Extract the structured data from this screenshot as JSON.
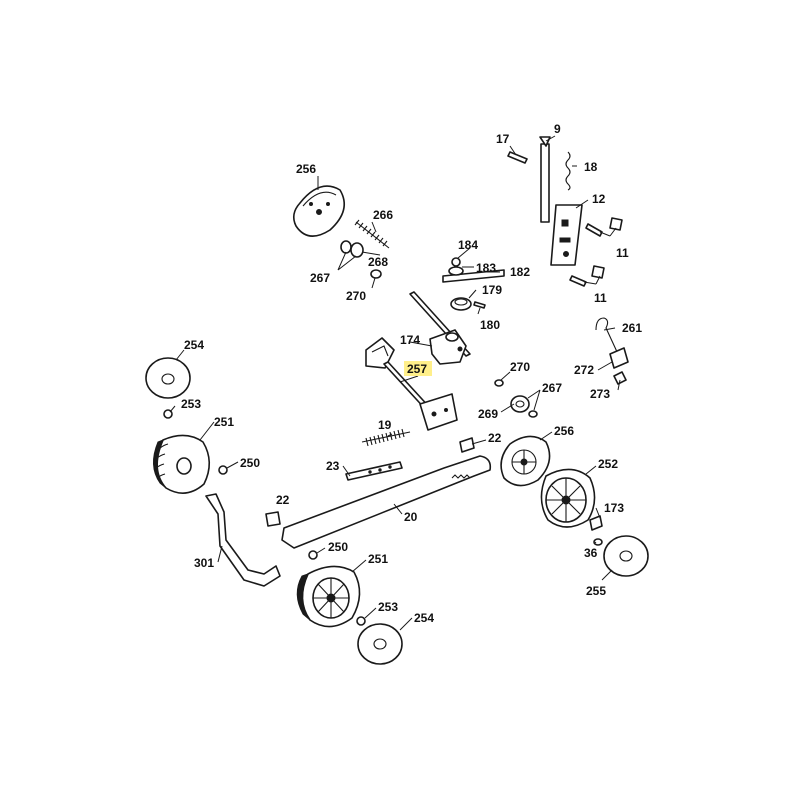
{
  "highlight_color": "#ffef8a",
  "highlighted_part": "257",
  "callouts": [
    {
      "id": "c17",
      "text": "17"
    },
    {
      "id": "c9",
      "text": "9"
    },
    {
      "id": "c18",
      "text": "18"
    },
    {
      "id": "c256a",
      "text": "256"
    },
    {
      "id": "c12",
      "text": "12"
    },
    {
      "id": "c266",
      "text": "266"
    },
    {
      "id": "c11a",
      "text": "11"
    },
    {
      "id": "c184",
      "text": "184"
    },
    {
      "id": "c268",
      "text": "268"
    },
    {
      "id": "c183",
      "text": "183"
    },
    {
      "id": "c182",
      "text": "182"
    },
    {
      "id": "c267a",
      "text": "267"
    },
    {
      "id": "c270a",
      "text": "270"
    },
    {
      "id": "c179",
      "text": "179"
    },
    {
      "id": "c11b",
      "text": "11"
    },
    {
      "id": "c180",
      "text": "180"
    },
    {
      "id": "c261",
      "text": "261"
    },
    {
      "id": "c254a",
      "text": "254"
    },
    {
      "id": "c174",
      "text": "174"
    },
    {
      "id": "c257",
      "text": "257"
    },
    {
      "id": "c270b",
      "text": "270"
    },
    {
      "id": "c272",
      "text": "272"
    },
    {
      "id": "c267b",
      "text": "267"
    },
    {
      "id": "c273",
      "text": "273"
    },
    {
      "id": "c253a",
      "text": "253"
    },
    {
      "id": "c269",
      "text": "269"
    },
    {
      "id": "c251a",
      "text": "251"
    },
    {
      "id": "c19",
      "text": "19"
    },
    {
      "id": "c22a",
      "text": "22"
    },
    {
      "id": "c256b",
      "text": "256"
    },
    {
      "id": "c250a",
      "text": "250"
    },
    {
      "id": "c252",
      "text": "252"
    },
    {
      "id": "c23",
      "text": "23"
    },
    {
      "id": "c22b",
      "text": "22"
    },
    {
      "id": "c173",
      "text": "173"
    },
    {
      "id": "c20",
      "text": "20"
    },
    {
      "id": "c250b",
      "text": "250"
    },
    {
      "id": "c36",
      "text": "36"
    },
    {
      "id": "c301",
      "text": "301"
    },
    {
      "id": "c251b",
      "text": "251"
    },
    {
      "id": "c255",
      "text": "255"
    },
    {
      "id": "c253b",
      "text": "253"
    },
    {
      "id": "c254b",
      "text": "254"
    }
  ]
}
